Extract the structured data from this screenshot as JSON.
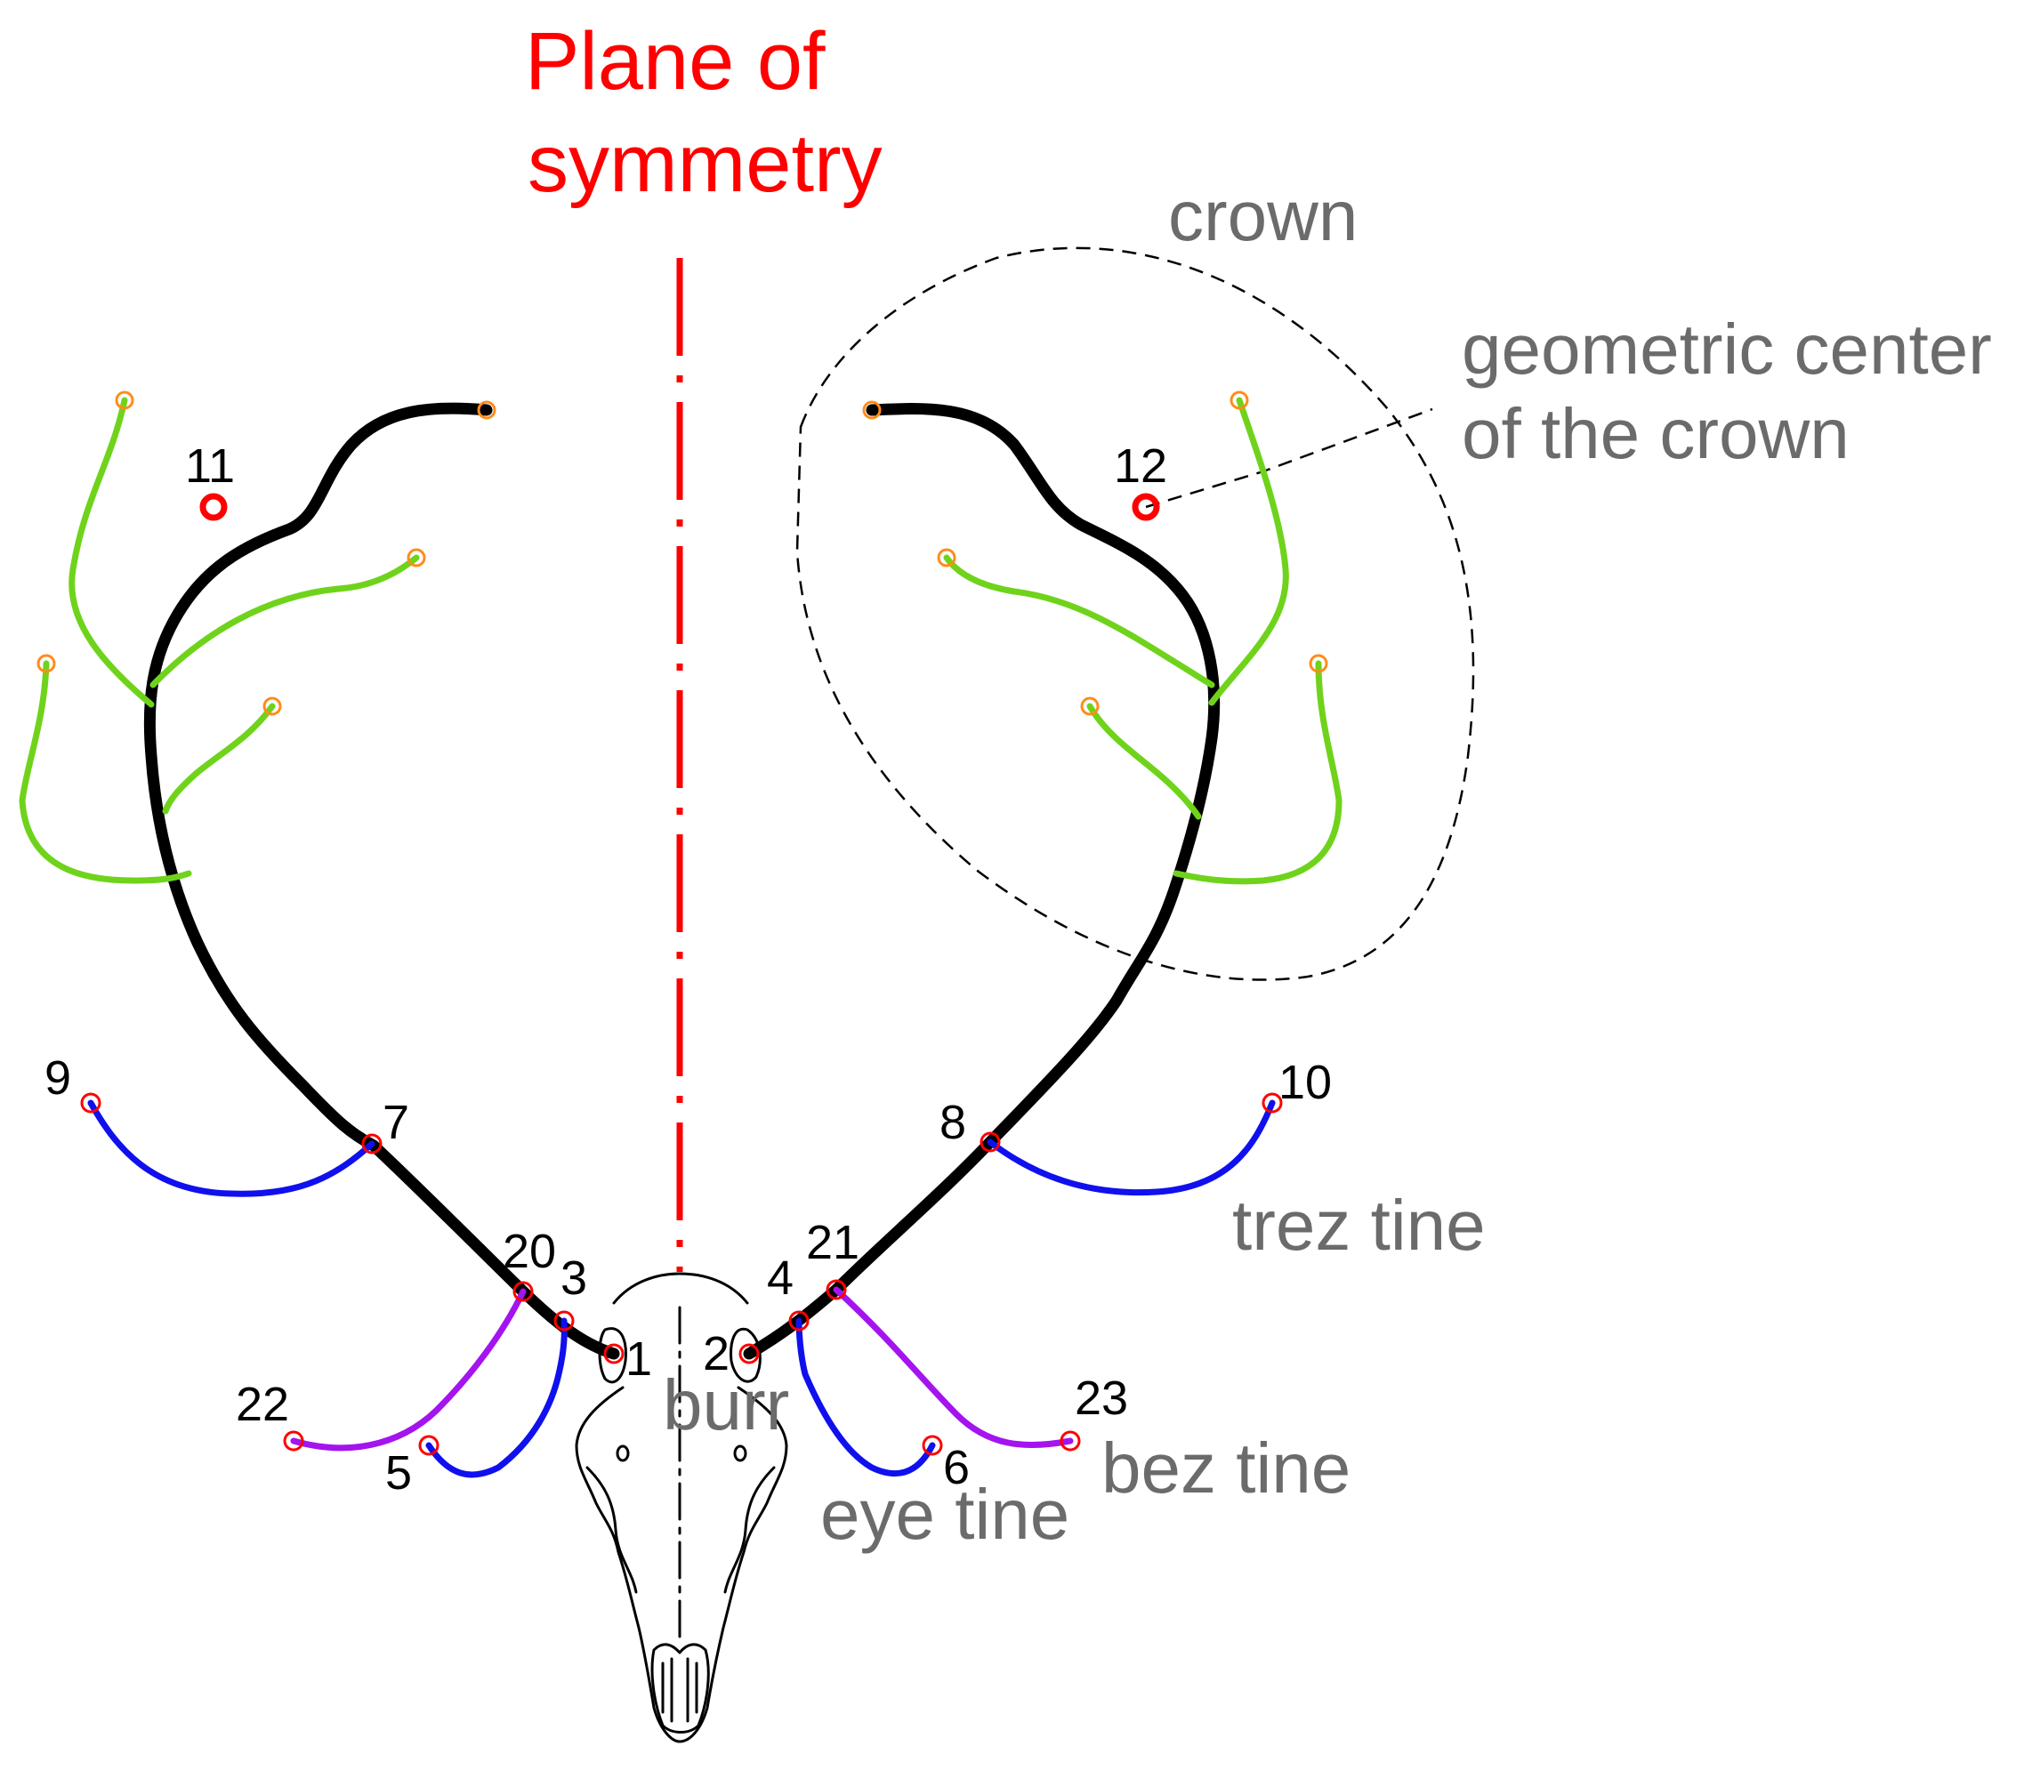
{
  "title_line1": "Plane of",
  "title_line2": "symmetry",
  "annotations": {
    "crown": "crown",
    "geometric_center_line1": "geometric center",
    "geometric_center_line2": "of the crown",
    "trez_tine": "trez tine",
    "bez_tine": "bez tine",
    "eye_tine": "eye tine",
    "burr": "burr"
  },
  "landmarks": {
    "p1": "1",
    "p2": "2",
    "p3": "3",
    "p4": "4",
    "p5": "5",
    "p6": "6",
    "p7": "7",
    "p8": "8",
    "p9": "9",
    "p10": "10",
    "p11": "11",
    "p12": "12",
    "p20": "20",
    "p21": "21",
    "p22": "22",
    "p23": "23"
  },
  "colors": {
    "symmetry": "#ff0000",
    "main_beam": "#000000",
    "crown_tines": "#6fd31b",
    "trez_and_eye_tines": "#1010ee",
    "bez_tines": "#a414ee",
    "landmark_marker": "#ff0000",
    "crown_tip_marker": "#ff8c1a",
    "annotation_text": "#6b6b6b"
  }
}
